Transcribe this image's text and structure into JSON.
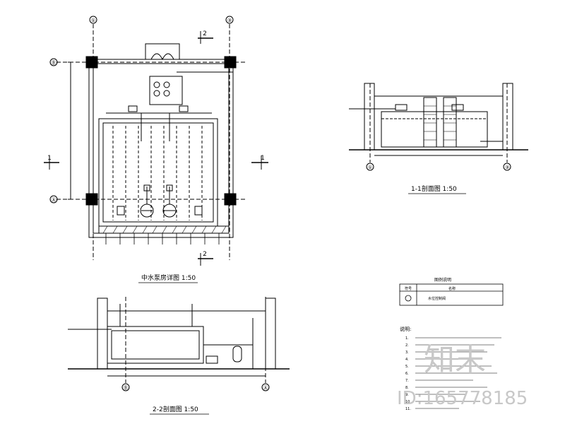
{
  "axes": {
    "a": "①",
    "b": "③",
    "c": "Ⓑ",
    "d": "Ⓐ"
  },
  "section_marks": {
    "one": "1",
    "two": "2"
  },
  "plan_title": "中水泵房详图 1:50",
  "section1_title": "1-1剖面图 1:50",
  "section2_title": "2-2剖面图 1:50",
  "legend": {
    "title": "图例说明",
    "col1": "符号",
    "col2": "名称",
    "row_text": "水位控制阀"
  },
  "notes": {
    "title": "说明:",
    "lines": [
      "1.",
      "2.",
      "3.",
      "4.",
      "5.",
      "6.",
      "7.",
      "8.",
      "9.",
      "10.",
      "11."
    ]
  },
  "watermark": {
    "brand": "知末",
    "id_text": "ID:165778185"
  }
}
